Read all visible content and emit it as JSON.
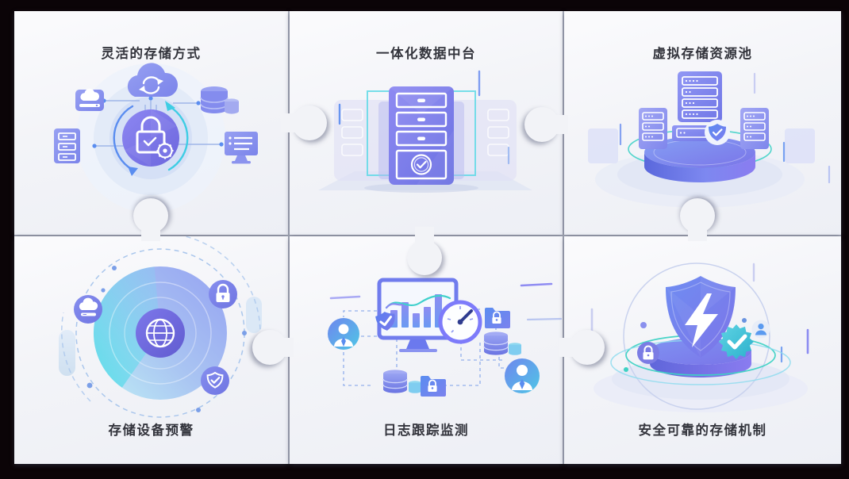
{
  "window": {
    "background": "#0b0407",
    "board_background": "#b7bbc6"
  },
  "palette": {
    "panel_bg": "#f2f3f7",
    "title_text": "#33343c",
    "purple": "#7b7ce8",
    "blue": "#5a8df0",
    "cyan": "#3fd0e0",
    "teal": "#3ed2c4",
    "light_ring": "#dfe8fa"
  },
  "panels": [
    {
      "id": "flexible-storage",
      "title": "灵活的存储方式",
      "title_position": "top",
      "icons": [
        "cloud-sync-icon",
        "hard-drive-icon",
        "database-icon",
        "server-icon",
        "monitor-list-icon",
        "lock-check-gear-icon",
        "refresh-arrows-icon"
      ]
    },
    {
      "id": "data-middle-platform",
      "title": "一体化数据中台",
      "title_position": "top",
      "icons": [
        "server-tower-icon",
        "drawer-icon",
        "check-circle-icon"
      ]
    },
    {
      "id": "virtual-storage-pool",
      "title": "虚拟存储资源池",
      "title_position": "top",
      "icons": [
        "server-rack-icon",
        "side-server-icon",
        "podium-icon",
        "shield-check-badge-icon"
      ]
    },
    {
      "id": "storage-device-alert",
      "title": "存储设备预警",
      "title_position": "bottom",
      "icons": [
        "radar-icon",
        "globe-icon",
        "cloud-drive-badge-icon",
        "lock-badge-icon",
        "shield-check-badge-icon"
      ]
    },
    {
      "id": "log-tracking",
      "title": "日志跟踪监测",
      "title_position": "bottom",
      "icons": [
        "monitor-chart-icon",
        "gauge-icon",
        "shield-check-icon",
        "user-badge-icon",
        "database-stack-icon",
        "locked-folder-icon"
      ]
    },
    {
      "id": "secure-storage",
      "title": "安全可靠的存储机制",
      "title_position": "bottom",
      "icons": [
        "shield-lightning-icon",
        "seal-check-badge-icon",
        "lock-badge-icon",
        "user-badge-icon",
        "podium-icon"
      ]
    }
  ]
}
